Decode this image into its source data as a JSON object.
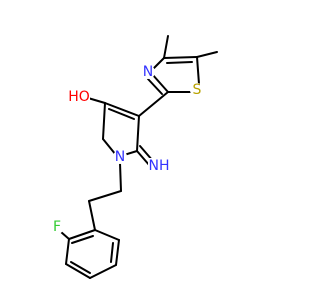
{
  "molecule": {
    "atoms": {
      "N_thiazole": {
        "text": "N",
        "color": "#3333ff"
      },
      "S_thiazole": {
        "text": "S",
        "color": "#b8a200"
      },
      "O_hydroxyl": {
        "text": "HO",
        "color": "#ff0000"
      },
      "N_imine": {
        "text": "NH",
        "color": "#3333ff"
      },
      "N_ring": {
        "text": "N",
        "color": "#3333ff"
      },
      "F": {
        "text": "F",
        "color": "#33cc33"
      }
    },
    "bond_color": "#000000",
    "background": "#ffffff"
  }
}
